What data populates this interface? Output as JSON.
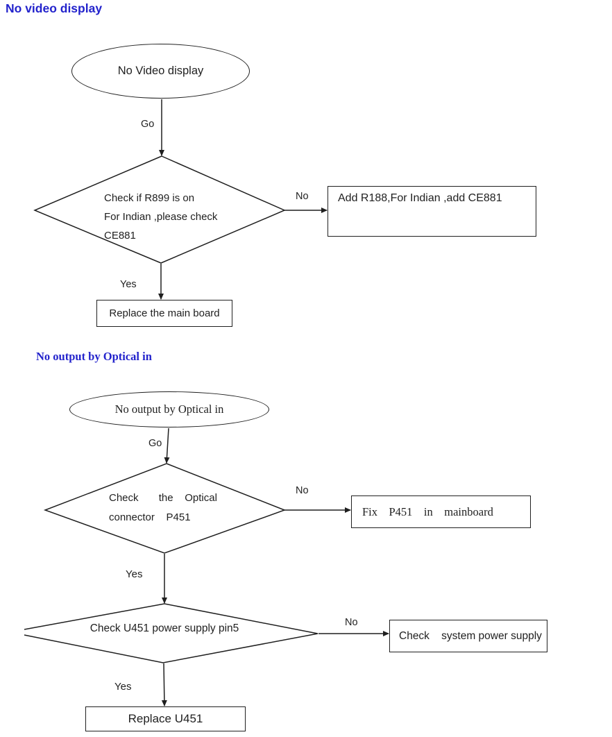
{
  "colors": {
    "title_blue": "#2323cc",
    "ink": "#1f1f1f"
  },
  "flow1": {
    "title": "No video display",
    "start": "No Video display",
    "go": "Go",
    "decision": {
      "line1": "Check if R899 is on",
      "line2": "For Indian ,please check",
      "line3": "CE881"
    },
    "no": "No",
    "no_action": "Add R188,For Indian ,add CE881",
    "yes": "Yes",
    "yes_action": "Replace the main board"
  },
  "flow2": {
    "title": "No output by Optical in",
    "start": "No output by Optical in",
    "go": "Go",
    "decision1": {
      "line1": "Check       the    Optical",
      "line2": "connector    P451"
    },
    "no1": "No",
    "no1_action": "Fix    P451    in    mainboard",
    "yes1": "Yes",
    "decision2": "Check U451 power supply pin5",
    "no2": "No",
    "no2_action": "Check    system power supply",
    "yes2": "Yes",
    "yes2_action": "Replace U451"
  }
}
